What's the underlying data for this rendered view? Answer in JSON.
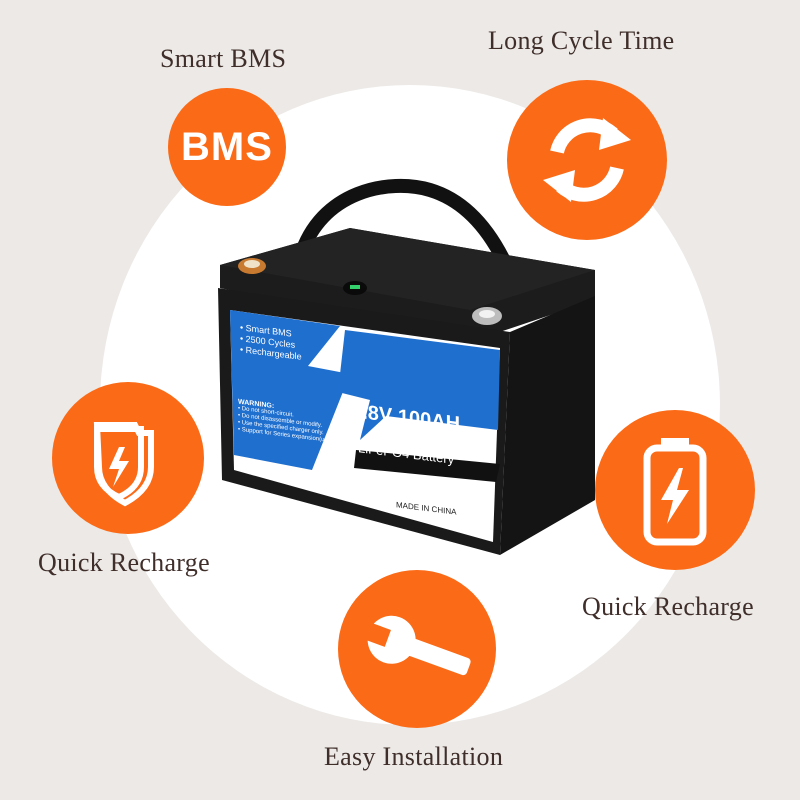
{
  "features": {
    "smart_bms": {
      "label": "Smart BMS",
      "badge_text": "BMS",
      "icon": "bms-text-icon"
    },
    "long_cycle": {
      "label": "Long Cycle Time",
      "icon": "refresh-cycle-icon"
    },
    "quick_recharge_left": {
      "label": "Quick Recharge",
      "icon": "shield-lightning-icon"
    },
    "quick_recharge_right": {
      "label": "Quick Recharge",
      "icon": "battery-charging-icon"
    },
    "easy_installation": {
      "label": "Easy Installation",
      "icon": "wrench-icon"
    }
  },
  "battery": {
    "features_list": [
      "• Smart BMS",
      "• 2500 Cycles",
      "• Rechargeable"
    ],
    "warning_title": "WARNING:",
    "warning_lines": [
      "• Do not short-circuit.",
      "• Do not disassemble or modify.",
      "• Use the specified charger only.",
      "• Support for Series expansion(up to 51.2V)"
    ],
    "rating": "12.8V 100AH",
    "chemistry": "LiFePO4 Battery",
    "origin": "MADE IN CHINA"
  },
  "colors": {
    "accent_orange": "#fb6a16",
    "background": "#ece9e6",
    "label_text": "#3f2e2a",
    "battery_body": "#141414",
    "label_blue": "#1f6fcf"
  }
}
